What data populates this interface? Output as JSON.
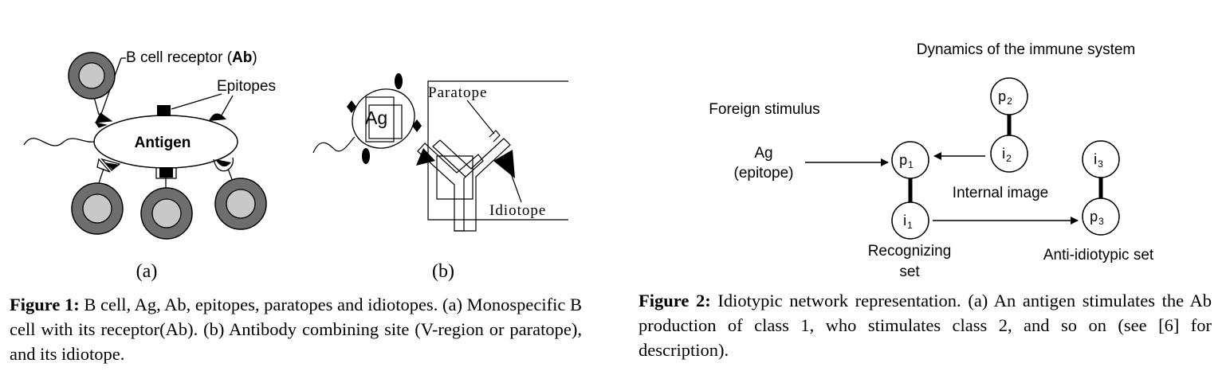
{
  "figure1": {
    "panel_a": {
      "receptor_label_prefix": "B cell receptor (",
      "receptor_label_bold": "Ab",
      "receptor_label_suffix": ")",
      "epitopes_label": "Epitopes",
      "antigen_label": "Antigen",
      "sublabel": "(a)"
    },
    "panel_b": {
      "ag_label": "Ag",
      "paratope_label": "Paratope",
      "idiotope_label": "Idiotope",
      "sublabel": "(b)"
    },
    "caption": {
      "label": "Figure 1:",
      "text": " B cell, Ag, Ab, epitopes, paratopes and idiotopes. (a) Monospecific B cell with its receptor(Ab). (b) Antibody combining site (V-region or paratope), and its idiotope."
    }
  },
  "figure2": {
    "title": "Dynamics of the immune system",
    "foreign_stimulus": "Foreign stimulus",
    "ag_line1": "Ag",
    "ag_line2": "(epitope)",
    "nodes": {
      "p1": {
        "letter": "p",
        "sub": "1"
      },
      "i1": {
        "letter": "i",
        "sub": "1"
      },
      "p2": {
        "letter": "p",
        "sub": "2"
      },
      "i2": {
        "letter": "i",
        "sub": "2"
      },
      "i3": {
        "letter": "i",
        "sub": "3"
      },
      "p3": {
        "letter": "p",
        "sub": "3"
      }
    },
    "internal_image": "Internal image",
    "recognizing_line1": "Recognizing",
    "recognizing_line2": "set",
    "anti_idiotypic": "Anti-idiotypic set",
    "caption": {
      "label": "Figure 2:",
      "text": " Idiotypic network representation. (a) An antigen stimulates the Ab production of class 1, who stimulates class 2, and so on (see [6] for description)."
    }
  }
}
